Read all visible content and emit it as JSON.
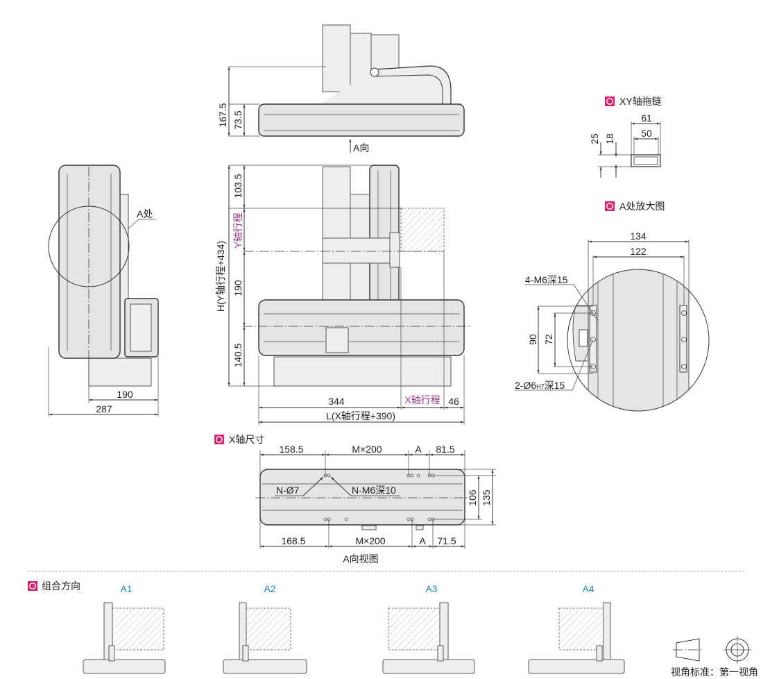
{
  "colors": {
    "marker": "#d6246e",
    "stroke_label": "#a0388f",
    "combo_label": "#1b86c8",
    "body_fill": "#e4e5e6"
  },
  "top_view": {
    "dim_total_height": "167.5",
    "dim_base_height": "73.5",
    "arrow_label": "A向"
  },
  "front_view": {
    "dim_top": "103.5",
    "y_stroke": "Y轴行程",
    "dim_mid": "190",
    "dim_total": "H(Y轴行程+434)",
    "dim_bottom": "140.5",
    "dim_344": "344",
    "x_stroke": "X轴行程",
    "dim_46": "46",
    "dim_length": "L(X轴行程+390)"
  },
  "side_view": {
    "detail_label": "A处",
    "dim_190": "190",
    "dim_287": "287"
  },
  "chain": {
    "title": "XY轴拖链",
    "w_outer": "61",
    "w_inner": "50",
    "h_outer": "25",
    "h_inner": "18"
  },
  "detail_a": {
    "title": "A处放大图",
    "w_outer": "134",
    "w_inner": "122",
    "tap_label": "4-M6深15",
    "h_outer": "90",
    "h_inner": "72",
    "pin_label_a": "2-Ø6",
    "pin_label_tol": "H7",
    "pin_label_b": "深15"
  },
  "x_axis": {
    "title": "X轴尺寸",
    "top_left": "158.5",
    "top_pitch": "M×200",
    "top_a": "A",
    "top_right": "81.5",
    "hole_label": "N-Ø7",
    "tap_label": "N-M6深10",
    "h_inner": "106",
    "h_outer": "135",
    "bottom_left": "168.5",
    "bottom_pitch": "M×200",
    "bottom_a": "A",
    "bottom_right": "71.5",
    "view_caption": "A向视图"
  },
  "combos": {
    "title": "组合方向",
    "items": [
      {
        "label": "A1"
      },
      {
        "label": "A2"
      },
      {
        "label": "A3"
      },
      {
        "label": "A4"
      }
    ]
  },
  "projection": {
    "label": "视角标准：第一视角"
  }
}
